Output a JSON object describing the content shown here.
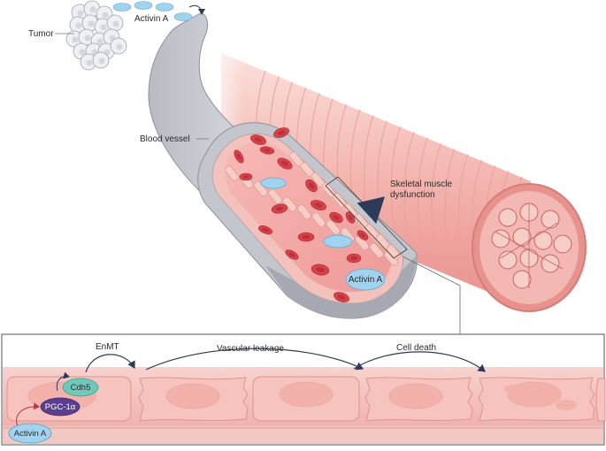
{
  "labels": {
    "tumor": "Tumor",
    "activin_top": "Activin A",
    "blood_vessel": "Blood vessel",
    "skeletal_line1": "Skeletal muscle",
    "skeletal_line2": "dysfunction",
    "activin_vessel": "Activin A",
    "enmt": "EnMT",
    "vascular_leakage": "Vascular leakage",
    "cell_death": "Cell death",
    "cdh5": "Cdh5",
    "pgc1a": "PGC-1α",
    "activin_bottom": "Activin A"
  },
  "colors": {
    "vessel_wall": "#c9cbd3",
    "vessel_wall_dark": "#9a9ca6",
    "lumen": "#f2a5a4",
    "endothelium": "#f6c3bf",
    "rbc": "#d9414a",
    "activin": "#9fd3ee",
    "muscle": "#f4b6b1",
    "cdh5": "#6fc8b9",
    "pgc1a": "#5a3f8f",
    "arrow": "#2d3a58"
  },
  "icons": [
    "tumor-cluster",
    "blood-vessel",
    "muscle-fiber-bundle",
    "red-blood-cell",
    "endothelial-cell"
  ]
}
